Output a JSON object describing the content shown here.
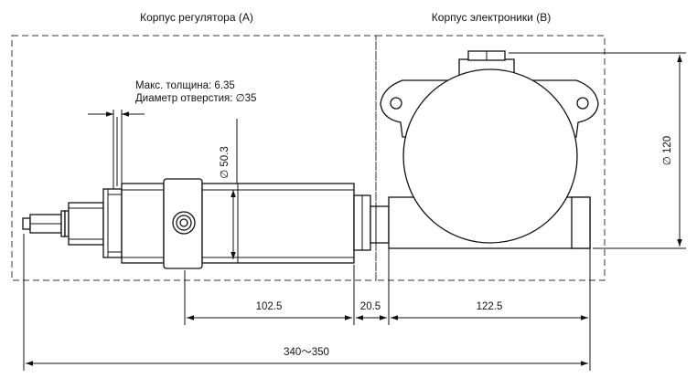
{
  "section_labels": {
    "regulator_housing": "Корпус регулятора (A)",
    "electronics_housing": "Корпус электроники (B)"
  },
  "notes": {
    "max_thickness": "Макс. толщина: 6.35",
    "hole_diameter": "Диаметр отверстия: ∅35"
  },
  "dimensions": {
    "regulator_diameter": "∅ 50.3",
    "electronics_diameter": "∅ 120",
    "regulator_length": "102.5",
    "adapter_length": "20.5",
    "electronics_length": "122.5",
    "total_length": "340～350"
  }
}
